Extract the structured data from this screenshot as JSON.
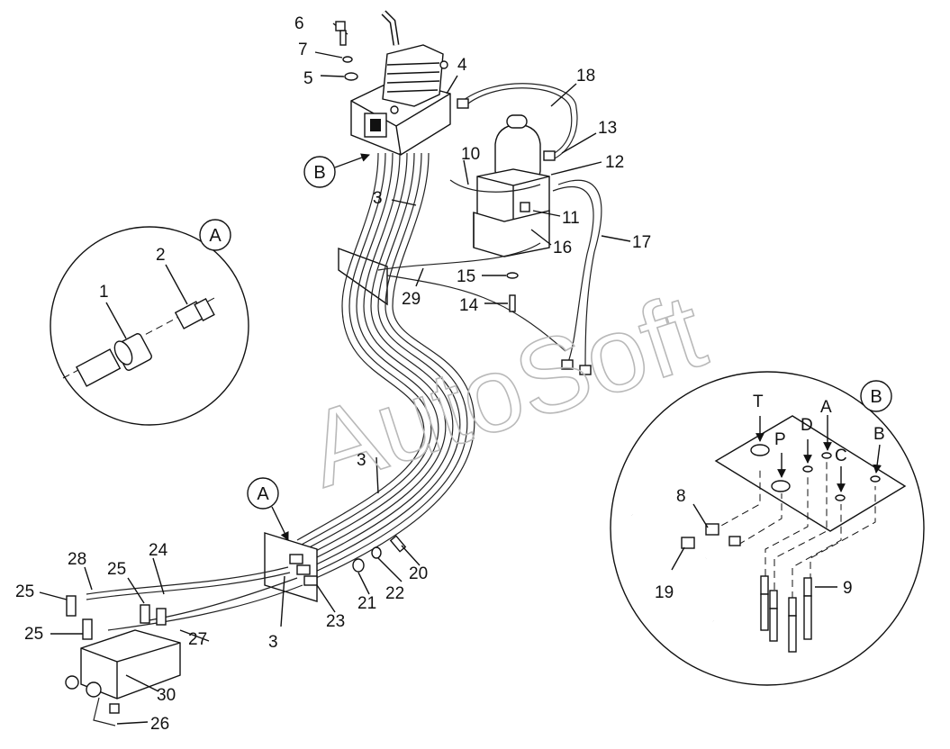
{
  "watermark": "AutoSoft",
  "main": {
    "tags": [
      "B",
      "A"
    ],
    "callouts": {
      "3": "3",
      "4": "4",
      "5": "5",
      "6": "6",
      "7": "7",
      "10": "10",
      "11": "11",
      "12": "12",
      "13": "13",
      "14": "14",
      "15": "15",
      "16": "16",
      "17": "17",
      "18": "18",
      "20": "20",
      "21": "21",
      "22": "22",
      "23": "23",
      "24": "24",
      "25": "25",
      "26": "26",
      "27": "27",
      "28": "28",
      "29": "29",
      "30": "30"
    }
  },
  "detail_a": {
    "tag": "A",
    "callouts": [
      "1",
      "2"
    ]
  },
  "detail_b": {
    "tag": "B",
    "ports": [
      "T",
      "P",
      "D",
      "A",
      "C",
      "B"
    ],
    "callouts": [
      "8",
      "19",
      "9"
    ]
  }
}
